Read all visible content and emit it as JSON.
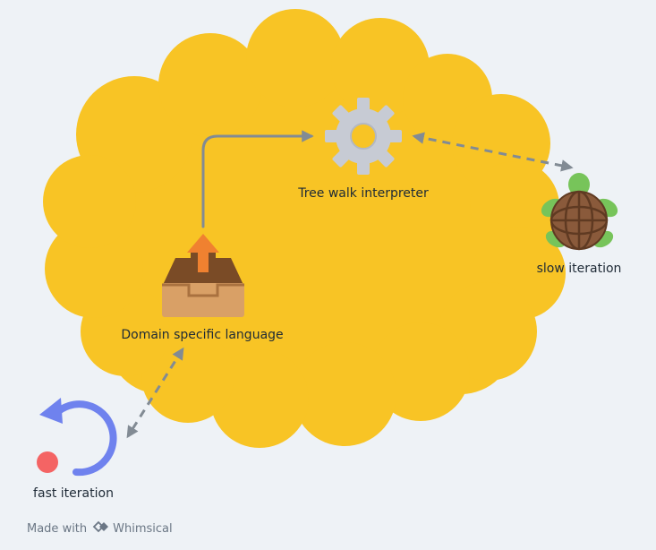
{
  "nodes": {
    "interpreter": {
      "label": "Tree walk interpreter",
      "icon": "gear-icon"
    },
    "dsl": {
      "label": "Domain specific language",
      "icon": "inbox-tray-upload-icon"
    },
    "slow": {
      "label": "slow iteration",
      "icon": "turtle-icon"
    },
    "fast": {
      "label": "fast iteration",
      "icon": "circular-arrow-icon"
    }
  },
  "edges": [
    {
      "from": "dsl",
      "to": "interpreter",
      "style": "solid"
    },
    {
      "from": "interpreter",
      "to": "slow",
      "style": "dashed",
      "bidirectional": true
    },
    {
      "from": "dsl",
      "to": "fast",
      "style": "dashed",
      "bidirectional": true
    }
  ],
  "footer": {
    "made_with": "Made with",
    "brand": "Whimsical",
    "logo_icon": "whimsical-logo-icon"
  },
  "colors": {
    "background": "#eef2f6",
    "cloud": "#f8c425",
    "connector": "#828b94",
    "cycle_arrow": "#6f82ee",
    "cycle_dot": "#f46464"
  }
}
